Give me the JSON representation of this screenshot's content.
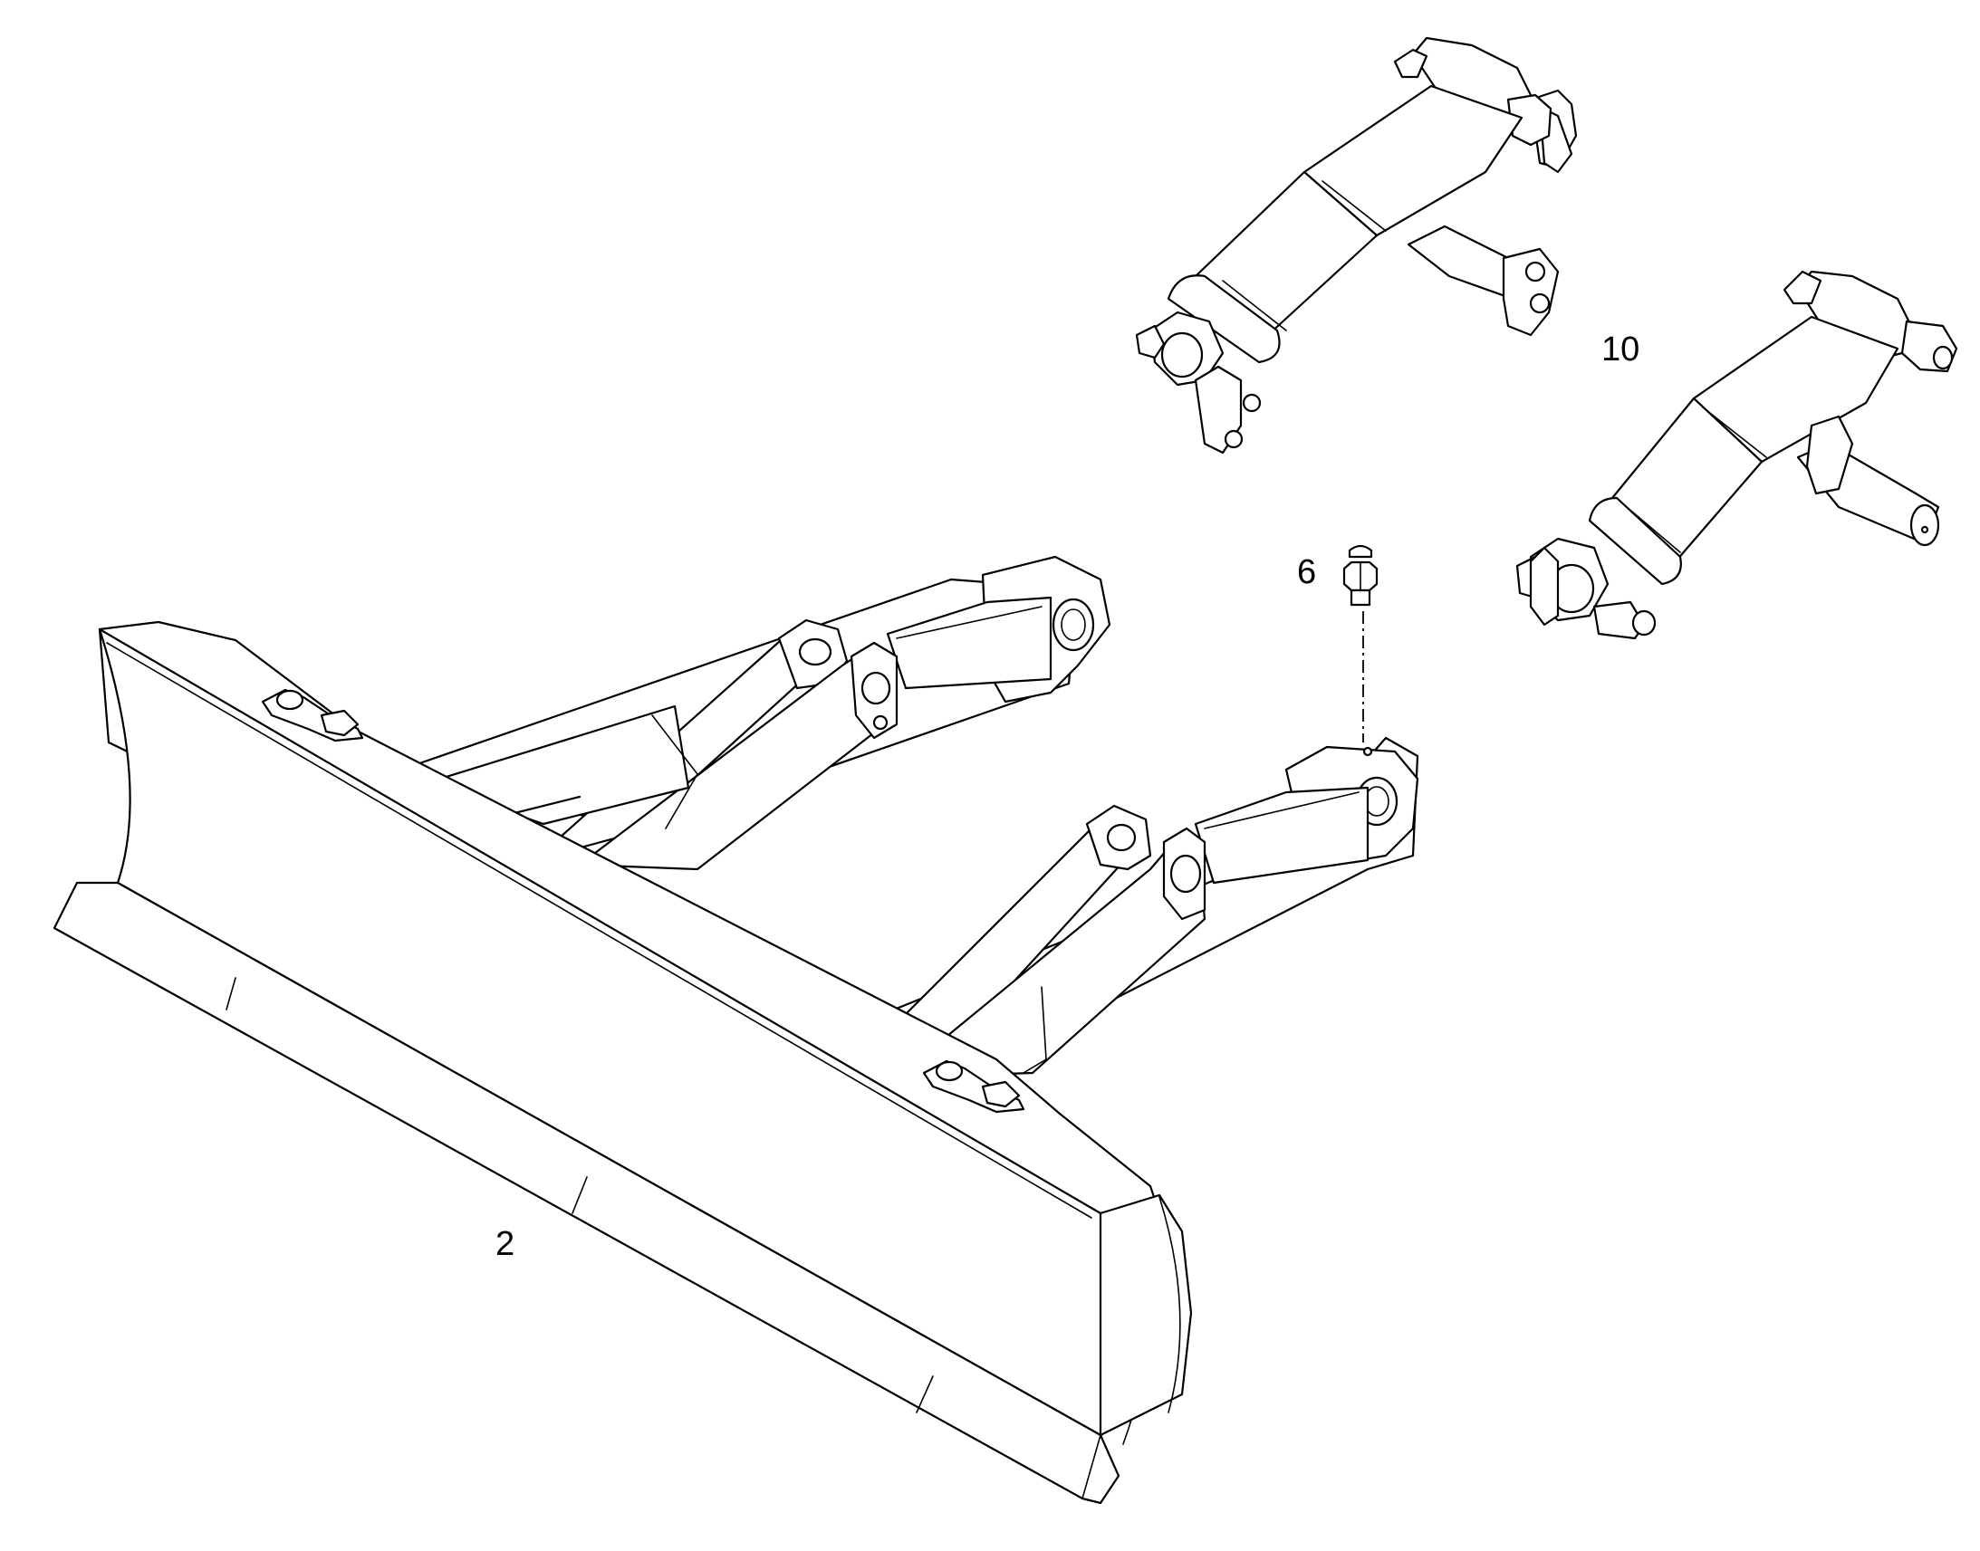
{
  "callouts": {
    "blade": "2",
    "grease_fitting": "6",
    "cylinders": "10"
  },
  "colors": {
    "line": "#000000",
    "background": "#ffffff"
  }
}
